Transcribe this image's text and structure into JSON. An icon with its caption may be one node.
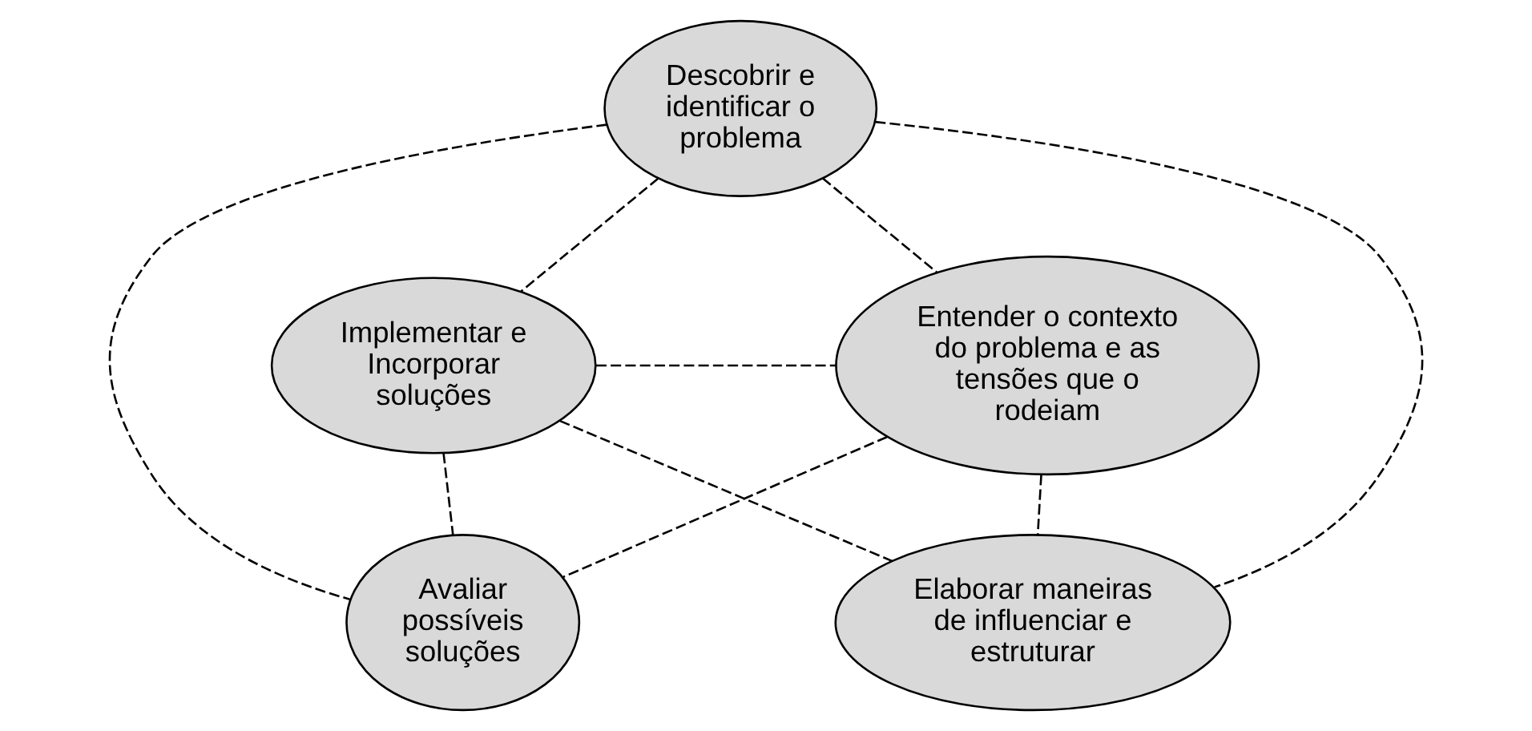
{
  "diagram": {
    "nodes": [
      {
        "text": [
          "Descobrir e identificar o problema"
        ]
      },
      {
        "text": [
          "Implementar e Incorporar soluções"
        ]
      },
      {
        "text": [
          "Entender o contexto do problema e as tensões que o rodeiam"
        ]
      },
      {
        "text": [
          "Avaliar possíveis soluções"
        ]
      },
      {
        "text": [
          "Elaborar maneiras de influenciar e estruturar"
        ]
      }
    ],
    "edges": [
      {
        "from": 0,
        "to": 1,
        "arrow": "none",
        "style": "dashed"
      },
      {
        "from": 0,
        "to": 2,
        "arrow": "none",
        "style": "dashed"
      },
      {
        "from": 0,
        "to": 3,
        "arrow": "none",
        "style": "dashed"
      },
      {
        "from": 0,
        "to": 4,
        "arrow": "none",
        "style": "dashed"
      },
      {
        "from": 1,
        "to": 2,
        "arrow": "none",
        "style": "dashed"
      },
      {
        "from": 1,
        "to": 3,
        "arrow": "none",
        "style": "dashed"
      },
      {
        "from": 1,
        "to": 4,
        "arrow": "none",
        "style": "dashed"
      },
      {
        "from": 2,
        "to": 3,
        "arrow": "none",
        "style": "dashed"
      },
      {
        "from": 2,
        "to": 4,
        "arrow": "none",
        "style": "dashed"
      }
    ]
  }
}
